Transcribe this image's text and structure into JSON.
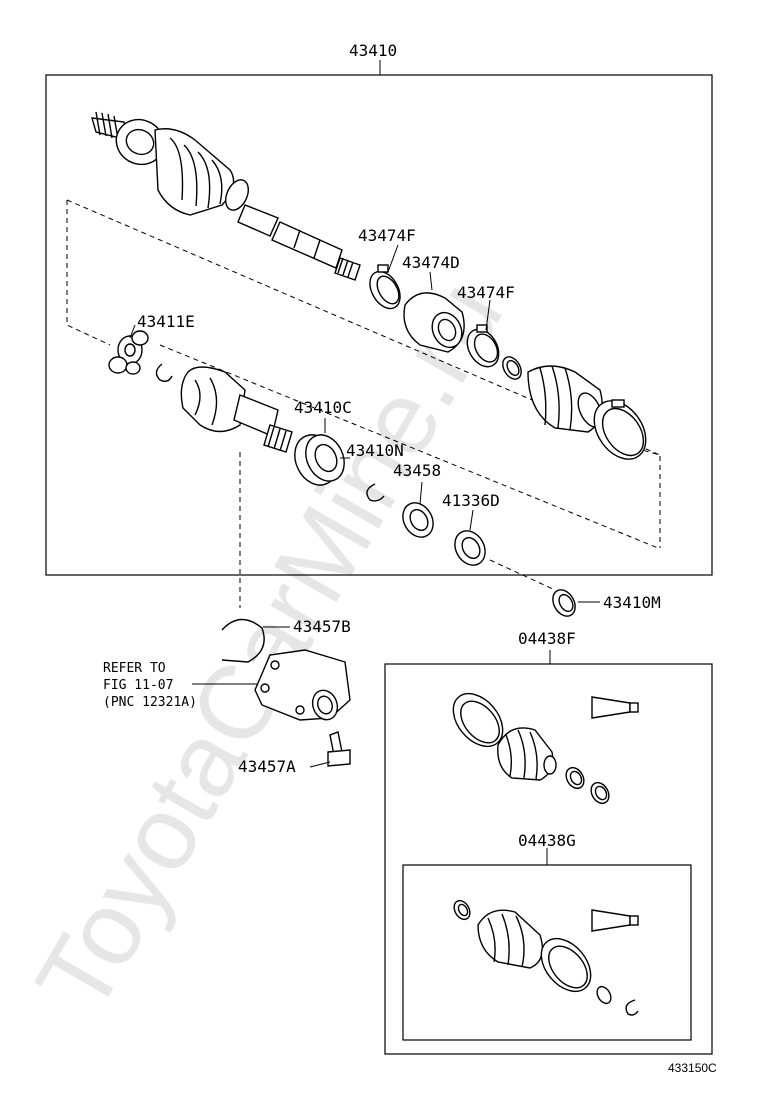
{
  "watermark": "ToyotaCarMine.ru",
  "figure_code": "433150C",
  "labels": {
    "assembly": "43410",
    "joint_tripod": "43411E",
    "clamp_a": "43474F",
    "boot_inner": "43474D",
    "clamp_b": "43474F",
    "bearing": "43410C",
    "snap_ring": "43410N",
    "seal": "43458",
    "dust_seal": "41336D",
    "sub_part": "43410M",
    "cir_clip": "43457B",
    "bolt": "43457A",
    "boot_kit_outer": "04438F",
    "boot_kit_inner": "04438G"
  },
  "reference_note": {
    "line1": "REFER TO",
    "line2": "FIG 11-07",
    "line3": "(PNC 12321A)"
  }
}
